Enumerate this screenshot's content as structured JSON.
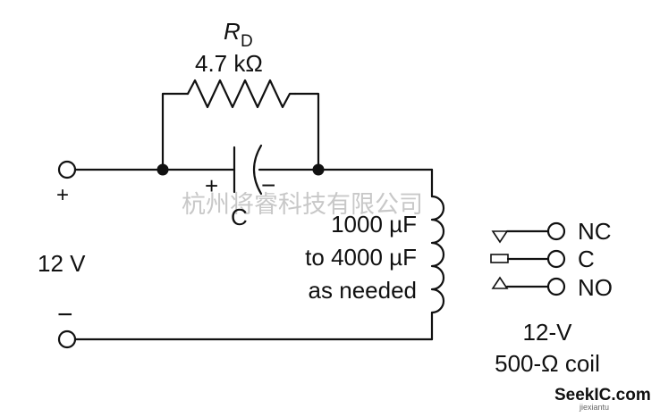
{
  "resistor": {
    "symbol": "R",
    "subscript": "D",
    "value": "4.7 kΩ"
  },
  "capacitor": {
    "label": "C",
    "plus": "+",
    "minus": "−"
  },
  "supply": {
    "plus": "+",
    "minus": "−",
    "voltage": "12 V"
  },
  "cap_note": {
    "line1": "1000 µF",
    "line2": "to 4000 µF",
    "line3": "as needed"
  },
  "contacts": {
    "nc": "NC",
    "c": "C",
    "no": "NO"
  },
  "relay": {
    "line1": "12-V",
    "line2": "500-Ω coil"
  },
  "watermark": {
    "text": "杭州将睿科技有限公司"
  },
  "brand": {
    "name": "SeekIC.com",
    "sub": "jiexiantu"
  }
}
